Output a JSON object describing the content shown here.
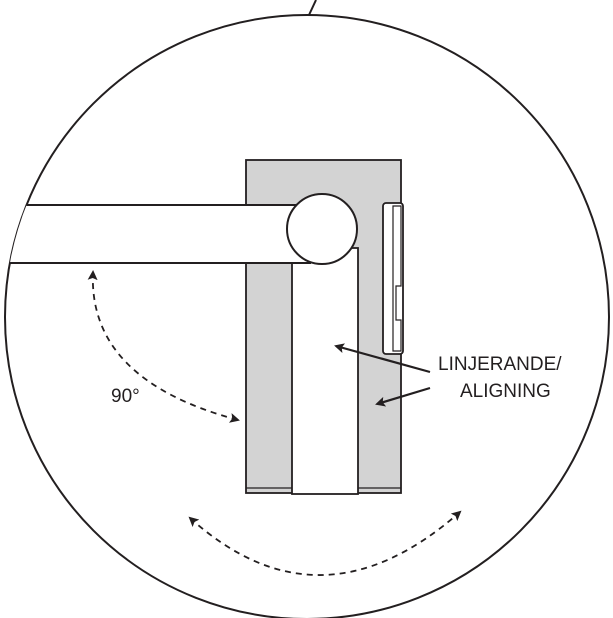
{
  "diagram": {
    "angle_label": "90°",
    "callout_line1": "LINJERANDE/",
    "callout_line2": "ALIGNING",
    "colors": {
      "stroke": "#231f20",
      "panel_fill": "#d3d3d3",
      "background": "#ffffff"
    }
  }
}
